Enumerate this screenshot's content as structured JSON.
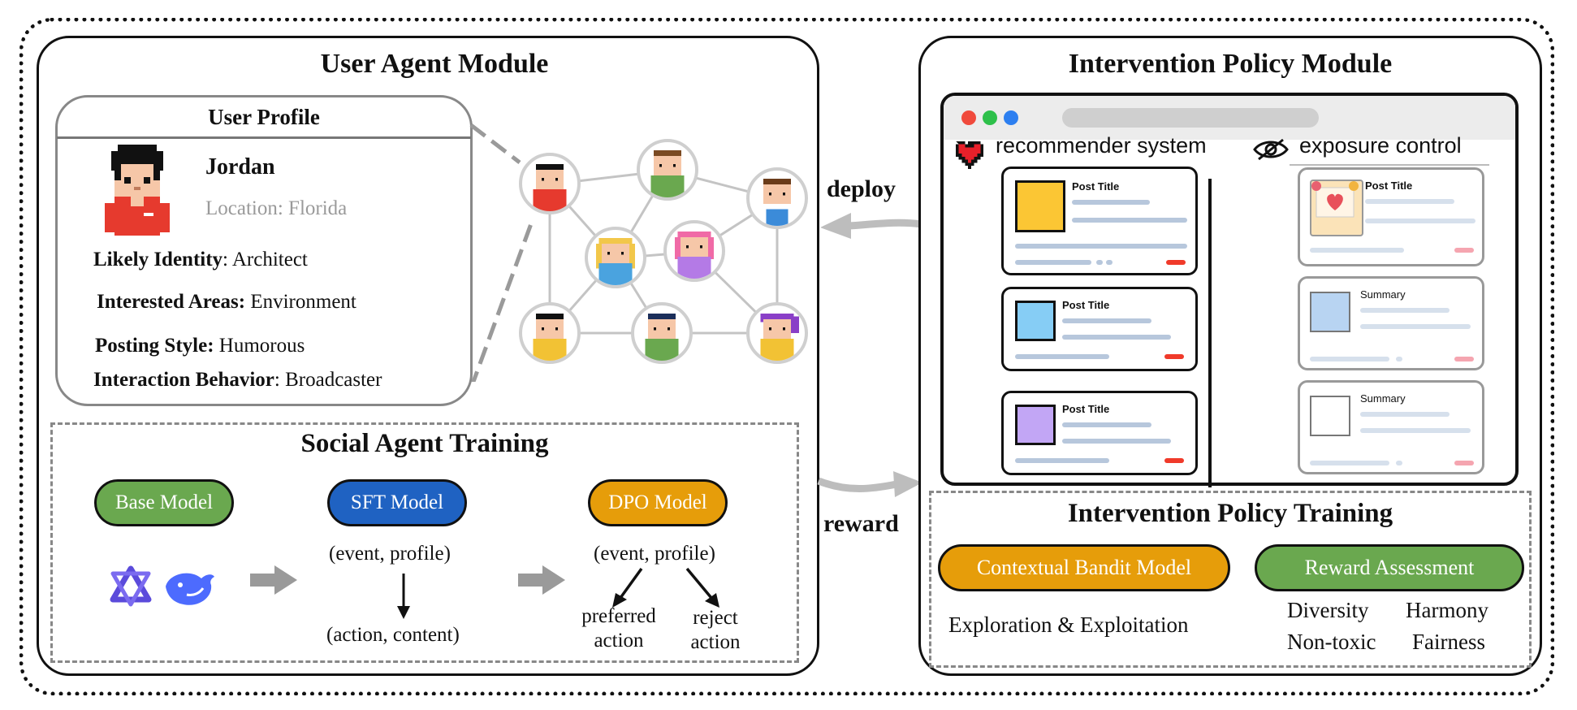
{
  "user_agent_module": {
    "title": "User Agent Module",
    "profile": {
      "header": "User Profile",
      "name": "Jordan",
      "location": "Location: Florida",
      "fields": [
        {
          "label": "Likely Identity",
          "sep": ": ",
          "value": "Architect"
        },
        {
          "label": "Interested Areas:",
          "sep": " ",
          "value": "Environment"
        },
        {
          "label": "Posting Style:",
          "sep": " ",
          "value": "Humorous"
        },
        {
          "label": "Interaction Behavior",
          "sep": ": ",
          "value": "Broadcaster"
        }
      ]
    },
    "training": {
      "title": "Social Agent Training",
      "base_model": "Base Model",
      "sft_model": "SFT Model",
      "dpo_model": "DPO Model",
      "sft_input": "(event, profile)",
      "sft_output": "(action, content)",
      "dpo_input": "(event, profile)",
      "preferred": [
        "preferred",
        "action"
      ],
      "reject": [
        "reject",
        "action"
      ]
    }
  },
  "arrows": {
    "deploy": "deploy",
    "reward": "reward"
  },
  "intervention_module": {
    "title": "Intervention Policy Module",
    "recommender_label": "recommender system",
    "exposure_label": "exposure control",
    "post_title": "Post Title",
    "summary": "Summary",
    "training": {
      "title": "Intervention Policy Training",
      "bandit": "Contextual Bandit Model",
      "reward_assessment": "Reward Assessment",
      "exploration": "Exploration & Exploitation",
      "metrics": [
        "Diversity",
        "Harmony",
        "Non-toxic",
        "Fairness"
      ]
    }
  },
  "colors": {
    "base_model": "#6aa84f",
    "sft_model": "#1f62c2",
    "dpo_model": "#e69d0a",
    "bandit": "#e69d0a",
    "reward_assessment": "#6aa84f",
    "thumb_yellow": "#fbc634",
    "thumb_blue": "#86cdf5",
    "thumb_purple": "#c2a6f5",
    "thumb_lightblue": "#b8d4f2"
  },
  "icons": [
    "qwen-logo-icon",
    "deepseek-whale-icon",
    "heart-icon",
    "eye-off-icon"
  ]
}
